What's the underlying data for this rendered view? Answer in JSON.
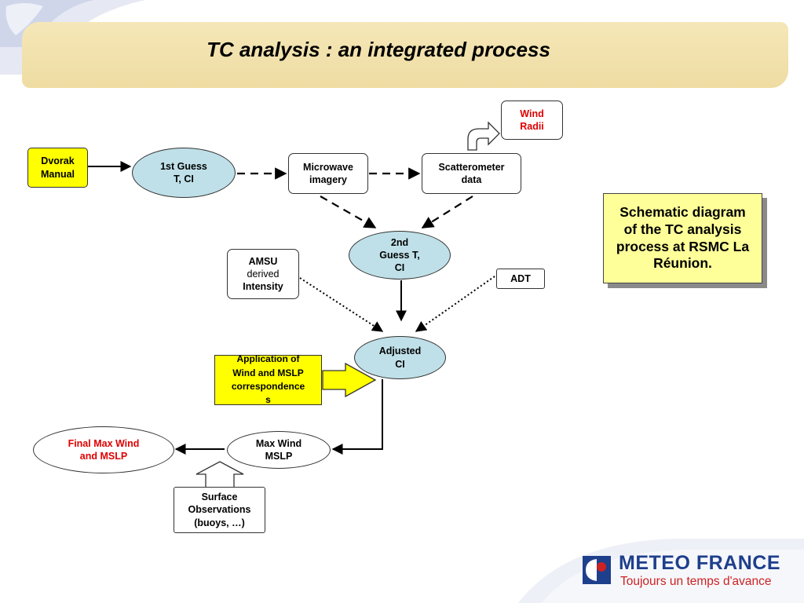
{
  "title": "TC analysis : an integrated process",
  "nodes": {
    "dvorak_manual": "Dvorak\nManual",
    "first_guess": "1st Guess\nT, CI",
    "microwave": "Microwave\nimagery",
    "scatterometer": "Scatterometer\ndata",
    "wind_radii": "Wind\nRadii",
    "second_guess": "2nd\nGuess T,\nCI",
    "amsu": "AMSU",
    "amsu_derived": "derived",
    "amsu_intensity": "Intensity",
    "adt": "ADT",
    "adjusted_ci": "Adjusted\nCI",
    "application": "Application of\nWind and MSLP\ncorrespondence\ns",
    "max_wind": "Max Wind\nMSLP",
    "final_max_wind": "Final Max Wind\nand MSLP",
    "surface_obs": "Surface\nObservations\n(buoys, …)"
  },
  "note": "Schematic diagram of the TC analysis process at RSMC La Réunion.",
  "logo": {
    "name": "METEO FRANCE",
    "slogan": "Toujours un temps d'avance"
  },
  "colors": {
    "title_band": "#f2e3ad",
    "ellipse_fill": "#bfe0e8",
    "highlight_yellow": "#ffff00",
    "note_fill": "#ffff99",
    "red_text": "#e00000",
    "logo_blue": "#1e3f8c",
    "logo_red": "#cc2222"
  }
}
